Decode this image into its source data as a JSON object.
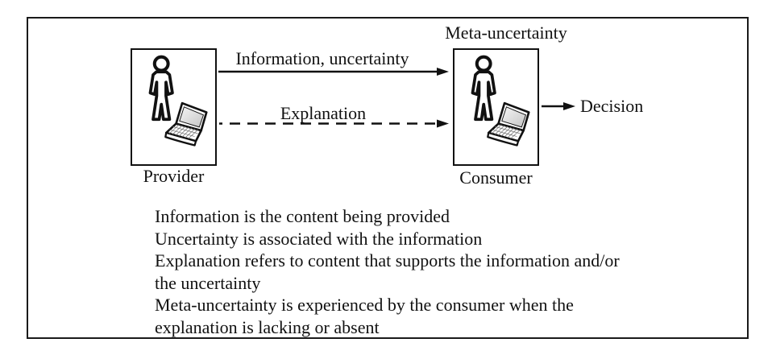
{
  "diagram": {
    "provider": {
      "label": "Provider",
      "icons": [
        "person-icon",
        "laptop-icon"
      ]
    },
    "consumer": {
      "label": "Consumer",
      "meta_label": "Meta-uncertainty",
      "icons": [
        "person-icon",
        "laptop-icon"
      ]
    },
    "arrows": {
      "information_label": "Information, uncertainty",
      "information_style": "solid",
      "explanation_label": "Explanation",
      "explanation_style": "dashed",
      "decision_label": "Decision",
      "decision_style": "solid"
    },
    "notes": {
      "lines": [
        "Information is the content being provided",
        "Uncertainty is associated with the information",
        "Explanation refers to content that supports the information and/or",
        "the uncertainty",
        "Meta-uncertainty is experienced by the consumer when the",
        "explanation is lacking or absent"
      ]
    },
    "colors": {
      "ink": "#111111",
      "background": "#ffffff",
      "screen_fill_light": "#f2f2f2",
      "screen_fill_dark": "#c6c6c6"
    }
  }
}
